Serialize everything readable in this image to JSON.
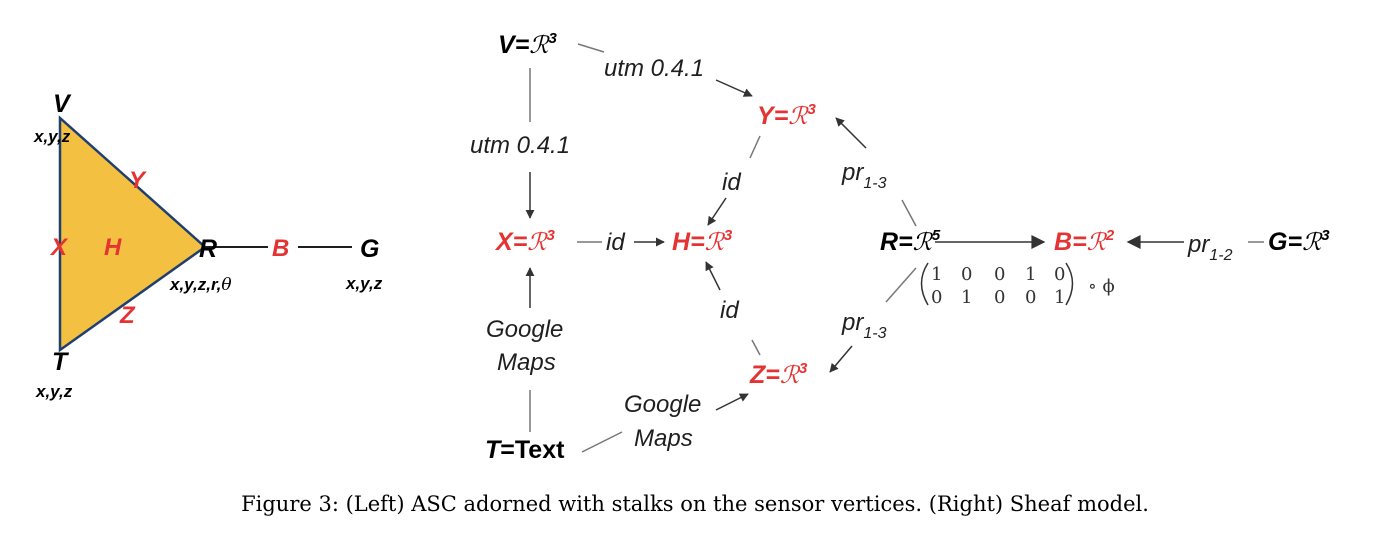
{
  "colors": {
    "red": "#e53333",
    "black": "#000000",
    "fill": "#f4c042",
    "edge_line": "#1f3f6e",
    "arrow": "#333333",
    "gray_line": "#777777"
  },
  "left": {
    "vertices": {
      "V": "V",
      "T": "T",
      "R": "R",
      "G": "G"
    },
    "edges": {
      "X": "X",
      "Y": "Y",
      "Z": "Z",
      "H": "H",
      "B": "B"
    },
    "stalks": {
      "V": "x,y,z",
      "T": "x,y,z",
      "R_prefix": "x,y,z,r,",
      "R_theta": "θ",
      "G": "x,y,z"
    }
  },
  "right": {
    "nodes": {
      "V": {
        "name": "V",
        "space": "ℛ",
        "dim": "3"
      },
      "Y": {
        "name": "Y",
        "space": "ℛ",
        "dim": "3"
      },
      "X": {
        "name": "X",
        "space": "ℛ",
        "dim": "3"
      },
      "H": {
        "name": "H",
        "space": "ℛ",
        "dim": "3"
      },
      "R": {
        "name": "R",
        "space": "ℛ",
        "dim": "5"
      },
      "B": {
        "name": "B",
        "space": "ℛ",
        "dim": "2"
      },
      "G": {
        "name": "G",
        "space": "ℛ",
        "dim": "3"
      },
      "Z": {
        "name": "Z",
        "space": "ℛ",
        "dim": "3"
      },
      "T": {
        "name": "T",
        "value": "Text"
      }
    },
    "edge_labels": {
      "utm_top": "utm 0.4.1",
      "utm_left": "utm 0.4.1",
      "id_xh": "id",
      "id_yh": "id",
      "id_zh": "id",
      "pr_ry_base": "pr",
      "pr_ry_sub": "1-3",
      "pr_rz_base": "pr",
      "pr_rz_sub": "1-3",
      "pr_gb_base": "pr",
      "pr_gb_sub": "1-2",
      "gm_left_1": "Google",
      "gm_left_2": "Maps",
      "gm_bottom_1": "Google",
      "gm_bottom_2": "Maps"
    },
    "matrix": {
      "row1": [
        "1",
        "0",
        "0",
        "1",
        "0"
      ],
      "row2": [
        "0",
        "1",
        "0",
        "0",
        "1"
      ],
      "compose": "∘ ϕ"
    }
  },
  "caption": "Figure 3: (Left) ASC adorned with stalks on the sensor vertices. (Right) Sheaf model."
}
